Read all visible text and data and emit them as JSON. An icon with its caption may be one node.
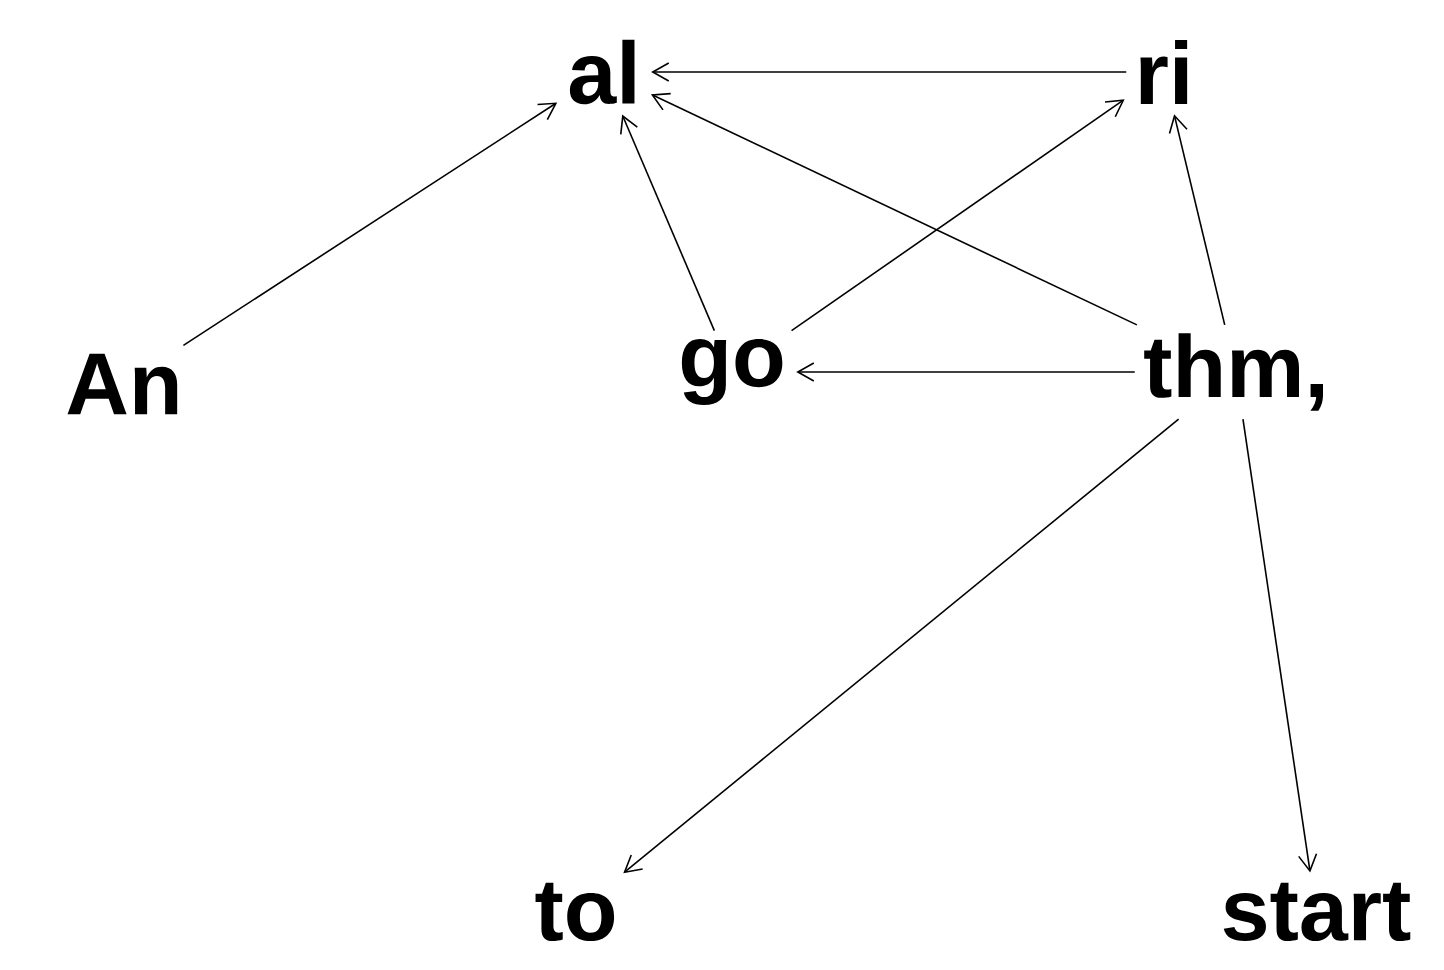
{
  "diagram": {
    "nodes": [
      {
        "text": [
          "al"
        ]
      },
      {
        "text": [
          "ri"
        ]
      },
      {
        "text": [
          "An"
        ]
      },
      {
        "text": [
          "go"
        ]
      },
      {
        "text": [
          "thm,"
        ]
      },
      {
        "text": [
          "to"
        ]
      },
      {
        "text": [
          "start"
        ]
      }
    ],
    "edges": [
      {
        "from": 2,
        "to": 0,
        "arrow": "to"
      },
      {
        "from": 1,
        "to": 0,
        "arrow": "to"
      },
      {
        "from": 3,
        "to": 0,
        "arrow": "to"
      },
      {
        "from": 3,
        "to": 1,
        "arrow": "to"
      },
      {
        "from": 4,
        "to": 0,
        "arrow": "to"
      },
      {
        "from": 4,
        "to": 1,
        "arrow": "to"
      },
      {
        "from": 4,
        "to": 3,
        "arrow": "to"
      },
      {
        "from": 4,
        "to": 5,
        "arrow": "to"
      },
      {
        "from": 4,
        "to": 6,
        "arrow": "to"
      }
    ]
  }
}
